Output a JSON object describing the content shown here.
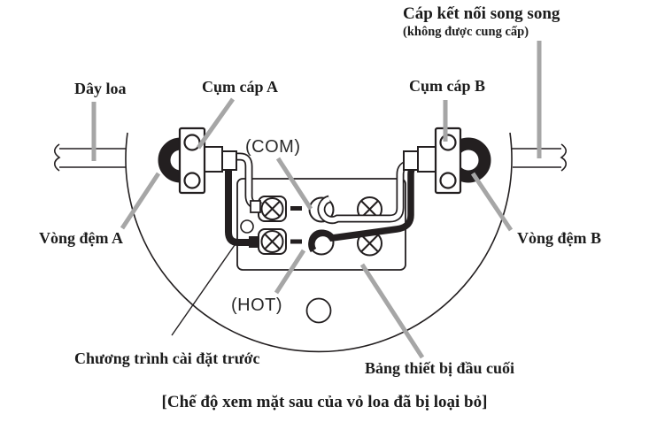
{
  "diagram": {
    "title_region": "speaker back wiring diagram",
    "colors": {
      "line": "#231f20",
      "leader": "#a6a6a6",
      "background": "#ffffff"
    },
    "labels": {
      "parallel_cable": "Cáp kết nối song song",
      "parallel_cable_note": "(không được cung cấp)",
      "speaker_wire": "Dây loa",
      "clamp_a": "Cụm cáp A",
      "clamp_b": "Cụm cáp B",
      "com": "(COM)",
      "hot": "(HOT)",
      "grommet_a": "Vòng đệm A",
      "grommet_b": "Vòng đệm B",
      "preset_wiring": "Chương trình cài đặt trước",
      "terminal_board": "Bảng thiết bị đầu cuối",
      "caption": "[Chế độ xem mặt sau của vỏ loa đã bị loại bỏ]"
    }
  }
}
